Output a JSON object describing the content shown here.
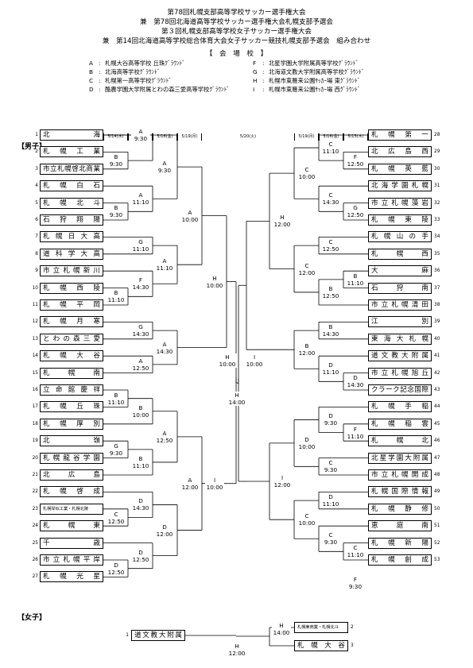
{
  "header": {
    "lines": [
      "第78回札幌支部高等学校サッカー選手権大会",
      "兼　第78回北海道高等学校サッカー選手権大会札幌支部予選会",
      "第３回札幌支部高等学校女子サッカー選手権大会",
      "兼　第14回北海道高等学校総合体育大会女子サッカー競技札幌支部予選会　組み合わせ"
    ],
    "venue_title": "【　会　場　校　】"
  },
  "venues": [
    {
      "code": "A",
      "name": "札幌大谷高等学校 丘珠ｸﾞﾗｳﾝﾄﾞ"
    },
    {
      "code": "B",
      "name": "北海高等学校ｸﾞﾗｳﾝﾄﾞ"
    },
    {
      "code": "C",
      "name": "札幌第一高等学校ｸﾞﾗｳﾝﾄﾞ"
    },
    {
      "code": "D",
      "name": "酪農学園大学附属とわの森三愛高等学校ｸﾞﾗｳﾝﾄﾞ"
    },
    {
      "code": "F",
      "name": "北星学園大学附属高等学校ｸﾞﾗｳﾝﾄﾞ"
    },
    {
      "code": "G",
      "name": "北海道文教大学附属高等学校ｸﾞﾗｳﾝﾄﾞ"
    },
    {
      "code": "H",
      "name": "札幌市東雁来公園ｻｯｶｰ場 東ｸﾞﾗｳﾝﾄﾞ"
    },
    {
      "code": "I",
      "name": "札幌市東雁来公園ｻｯｶｰ場 西ｸﾞﾗｳﾝﾄﾞ"
    }
  ],
  "dates": {
    "left": [
      "5/14(水)",
      "5/15(木)",
      "5/16(金)",
      "5/19(月)"
    ],
    "center": "5/20(火)",
    "right": [
      "5/19(月)",
      "5/16(金)",
      "5/15(木)",
      "5/14(水)"
    ]
  },
  "sections": {
    "boys": "【男子】",
    "girls": "【女子】"
  },
  "boys_left": [
    {
      "seed": "1",
      "name": "北海"
    },
    {
      "seed": "2",
      "name": "札幌工業"
    },
    {
      "seed": "3",
      "name": "市立札幌啓北商業"
    },
    {
      "seed": "4",
      "name": "札幌白石"
    },
    {
      "seed": "5",
      "name": "札幌北斗"
    },
    {
      "seed": "6",
      "name": "石狩翔陽"
    },
    {
      "seed": "7",
      "name": "札幌日大高"
    },
    {
      "seed": "8",
      "name": "道科学大高"
    },
    {
      "seed": "9",
      "name": "市立札幌新川"
    },
    {
      "seed": "10",
      "name": "札幌西陵"
    },
    {
      "seed": "11",
      "name": "札幌平岡"
    },
    {
      "seed": "12",
      "name": "札幌月寒"
    },
    {
      "seed": "13",
      "name": "とわの森三愛"
    },
    {
      "seed": "14",
      "name": "札幌大谷"
    },
    {
      "seed": "15",
      "name": "札幌南"
    },
    {
      "seed": "16",
      "name": "立命館慶祥"
    },
    {
      "seed": "17",
      "name": "札幌丘珠"
    },
    {
      "seed": "18",
      "name": "札幌厚別"
    },
    {
      "seed": "19",
      "name": "北嶺"
    },
    {
      "seed": "20",
      "name": "札幌龍谷学園"
    },
    {
      "seed": "21",
      "name": "北広島"
    },
    {
      "seed": "22",
      "name": "札幌啓成"
    },
    {
      "seed": "23",
      "name": "札幌琴似工業・札幌北陵"
    },
    {
      "seed": "24",
      "name": "札幌東"
    },
    {
      "seed": "25",
      "name": "千歳"
    },
    {
      "seed": "26",
      "name": "市立札幌平岸"
    },
    {
      "seed": "27",
      "name": "札幌光星"
    }
  ],
  "boys_right": [
    {
      "seed": "28",
      "name": "札幌第一"
    },
    {
      "seed": "29",
      "name": "北広島西"
    },
    {
      "seed": "30",
      "name": "札幌英藍"
    },
    {
      "seed": "31",
      "name": "北海学園札幌"
    },
    {
      "seed": "32",
      "name": "市立札幌藻岩"
    },
    {
      "seed": "33",
      "name": "札幌東陵"
    },
    {
      "seed": "34",
      "name": "札幌山の手"
    },
    {
      "seed": "35",
      "name": "札幌西"
    },
    {
      "seed": "36",
      "name": "大麻"
    },
    {
      "seed": "37",
      "name": "石狩南"
    },
    {
      "seed": "38",
      "name": "市立札幌清田"
    },
    {
      "seed": "39",
      "name": "江別"
    },
    {
      "seed": "40",
      "name": "東海大札幌"
    },
    {
      "seed": "41",
      "name": "道文教大附属"
    },
    {
      "seed": "42",
      "name": "市立札幌旭丘"
    },
    {
      "seed": "43",
      "name": "クラーク記念国際"
    },
    {
      "seed": "44",
      "name": "札幌手稲"
    },
    {
      "seed": "45",
      "name": "札幌稲雲"
    },
    {
      "seed": "46",
      "name": "札幌北"
    },
    {
      "seed": "47",
      "name": "北星学園大附属"
    },
    {
      "seed": "48",
      "name": "市立札幌開成"
    },
    {
      "seed": "49",
      "name": "札幌国際情報"
    },
    {
      "seed": "50",
      "name": "札幌静修"
    },
    {
      "seed": "51",
      "name": "恵庭南"
    },
    {
      "seed": "52",
      "name": "札幌新陽"
    },
    {
      "seed": "53",
      "name": "札幌創成"
    }
  ],
  "girls": [
    {
      "seed": "1",
      "name": "道文教大附属"
    },
    {
      "seed": "2",
      "name": "札幌東商業・札幌北斗"
    },
    {
      "seed": "3",
      "name": "札幌大谷"
    }
  ],
  "match_labels": [
    {
      "venue": "B",
      "time": "9:30"
    },
    {
      "venue": "B",
      "time": "9:30"
    },
    {
      "venue": "B",
      "time": "11:10"
    },
    {
      "venue": "B",
      "time": "11:10"
    },
    {
      "venue": "G",
      "time": "9:30"
    },
    {
      "venue": "C",
      "time": "12:50"
    },
    {
      "venue": "D",
      "time": "12:50"
    },
    {
      "venue": "A",
      "time": "9:30"
    },
    {
      "venue": "A",
      "time": "11:10"
    },
    {
      "venue": "G",
      "time": "11:10"
    },
    {
      "venue": "F",
      "time": "14:30"
    },
    {
      "venue": "G",
      "time": "14:30"
    },
    {
      "venue": "A",
      "time": "12:50"
    },
    {
      "venue": "B",
      "time": "10:00"
    },
    {
      "venue": "B",
      "time": "11:10"
    },
    {
      "venue": "D",
      "time": "14:30"
    },
    {
      "venue": "D",
      "time": "12:50"
    },
    {
      "venue": "A",
      "time": "9:30"
    },
    {
      "venue": "A",
      "time": "11:10"
    },
    {
      "venue": "A",
      "time": "14:30"
    },
    {
      "venue": "A",
      "time": "12:50"
    },
    {
      "venue": "D",
      "time": "12:00"
    },
    {
      "venue": "A",
      "time": "10:00"
    },
    {
      "venue": "A",
      "time": "12:00"
    },
    {
      "venue": "H",
      "time": "10:00"
    },
    {
      "venue": "I",
      "time": "10:00"
    },
    {
      "venue": "H",
      "time": "10:00"
    },
    {
      "venue": "H",
      "time": "14:00"
    },
    {
      "venue": "I",
      "time": "10:00"
    },
    {
      "venue": "H",
      "time": "12:00"
    },
    {
      "venue": "I",
      "time": "12:00"
    },
    {
      "venue": "C",
      "time": "10:00"
    },
    {
      "venue": "C",
      "time": "12:00"
    },
    {
      "venue": "B",
      "time": "12:00"
    },
    {
      "venue": "D",
      "time": "10:00"
    },
    {
      "venue": "C",
      "time": "10:00"
    },
    {
      "venue": "C",
      "time": "11:10"
    },
    {
      "venue": "C",
      "time": "14:30"
    },
    {
      "venue": "C",
      "time": "12:50"
    },
    {
      "venue": "B",
      "time": "12:50"
    },
    {
      "venue": "B",
      "time": "14:30"
    },
    {
      "venue": "D",
      "time": "11:10"
    },
    {
      "venue": "D",
      "time": "9:30"
    },
    {
      "venue": "C",
      "time": "9:30"
    },
    {
      "venue": "D",
      "time": "11:10"
    },
    {
      "venue": "C",
      "time": "9:30"
    },
    {
      "venue": "F",
      "time": "12:50"
    },
    {
      "venue": "G",
      "time": "12:50"
    },
    {
      "venue": "B",
      "time": "11:10"
    },
    {
      "venue": "D",
      "time": "14:30"
    },
    {
      "venue": "F",
      "time": "11:10"
    },
    {
      "venue": "C",
      "time": "11:10"
    },
    {
      "venue": "F",
      "time": "9:30"
    },
    {
      "venue": "H",
      "time": "14:00"
    },
    {
      "venue": "H",
      "time": "12:00"
    }
  ]
}
